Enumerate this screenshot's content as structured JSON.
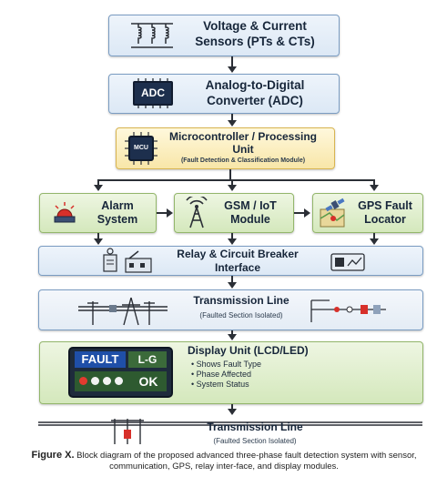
{
  "blocks": {
    "sensors": {
      "title": "Voltage & Current",
      "subtitle": "Sensors (PTs & CTs)"
    },
    "adc": {
      "icon_label": "ADC",
      "title": "Analog-to-Digital",
      "subtitle": "Converter (ADC)"
    },
    "mcu": {
      "title": "Microcontroller / Processing",
      "title2": "Unit",
      "note": "(Fault Detection & Classification Module)",
      "chip_label": "MCU"
    },
    "alarm": {
      "title": "Alarm",
      "title2": "System"
    },
    "gsm": {
      "title": "GSM / IoT",
      "title2": "Module"
    },
    "gps": {
      "title": "GPS Fault",
      "title2": "Locator"
    },
    "relay": {
      "title": "Relay & Circuit Breaker",
      "title2": "Interface"
    },
    "tline1": {
      "title": "Transmission Line",
      "subtitle": "(Faulted Section Isolated)"
    },
    "display": {
      "title": "Display Unit (LCD/LED)",
      "screen_fault": "FAULT",
      "screen_type": "L-G",
      "screen_ok": "OK",
      "features": [
        "Shows Fault Type",
        "Phase Affected",
        "System Status"
      ]
    },
    "tline2": {
      "title": "Transmission Line",
      "subtitle": "(Faulted Section Isolated)"
    }
  },
  "caption": {
    "label": "Figure X.",
    "text": "Block diagram of the proposed advanced three-phase fault detection system with sensor, communication, GPS, relay inter-face, and display modules."
  },
  "colors": {
    "box_blue": "#dce8f5",
    "box_yellow": "#f8e6a8",
    "box_green": "#d4e8bc",
    "arrow": "#2b2f36",
    "lcd": "#1f4fa8"
  }
}
